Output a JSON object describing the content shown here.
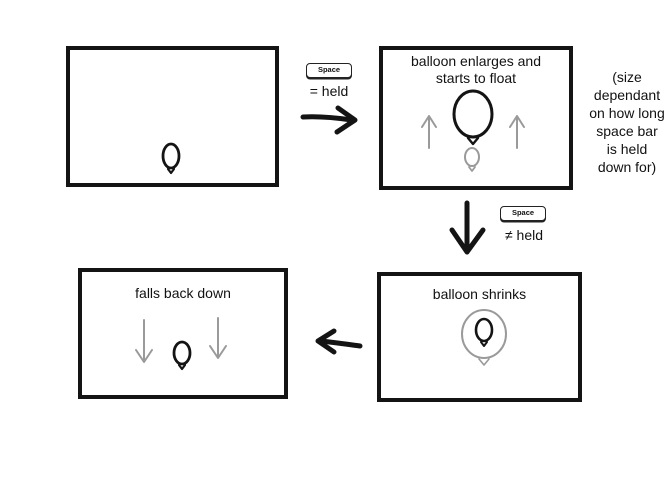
{
  "panels": {
    "p1": {
      "caption": ""
    },
    "p2": {
      "caption_line1": "balloon enlarges and",
      "caption_line2": "starts to float"
    },
    "p3": {
      "caption": "balloon shrinks"
    },
    "p4": {
      "caption": "falls back down"
    }
  },
  "transitions": {
    "held": {
      "key_label": "Space",
      "condition": "= held"
    },
    "released": {
      "key_label": "Space",
      "condition": "≠ held"
    }
  },
  "side_note": {
    "lines": [
      "(size",
      "dependant",
      "on how long",
      "space bar",
      "is held",
      "down for)"
    ]
  },
  "colors": {
    "ink": "#141414",
    "pencil": "#9a9a9a"
  }
}
